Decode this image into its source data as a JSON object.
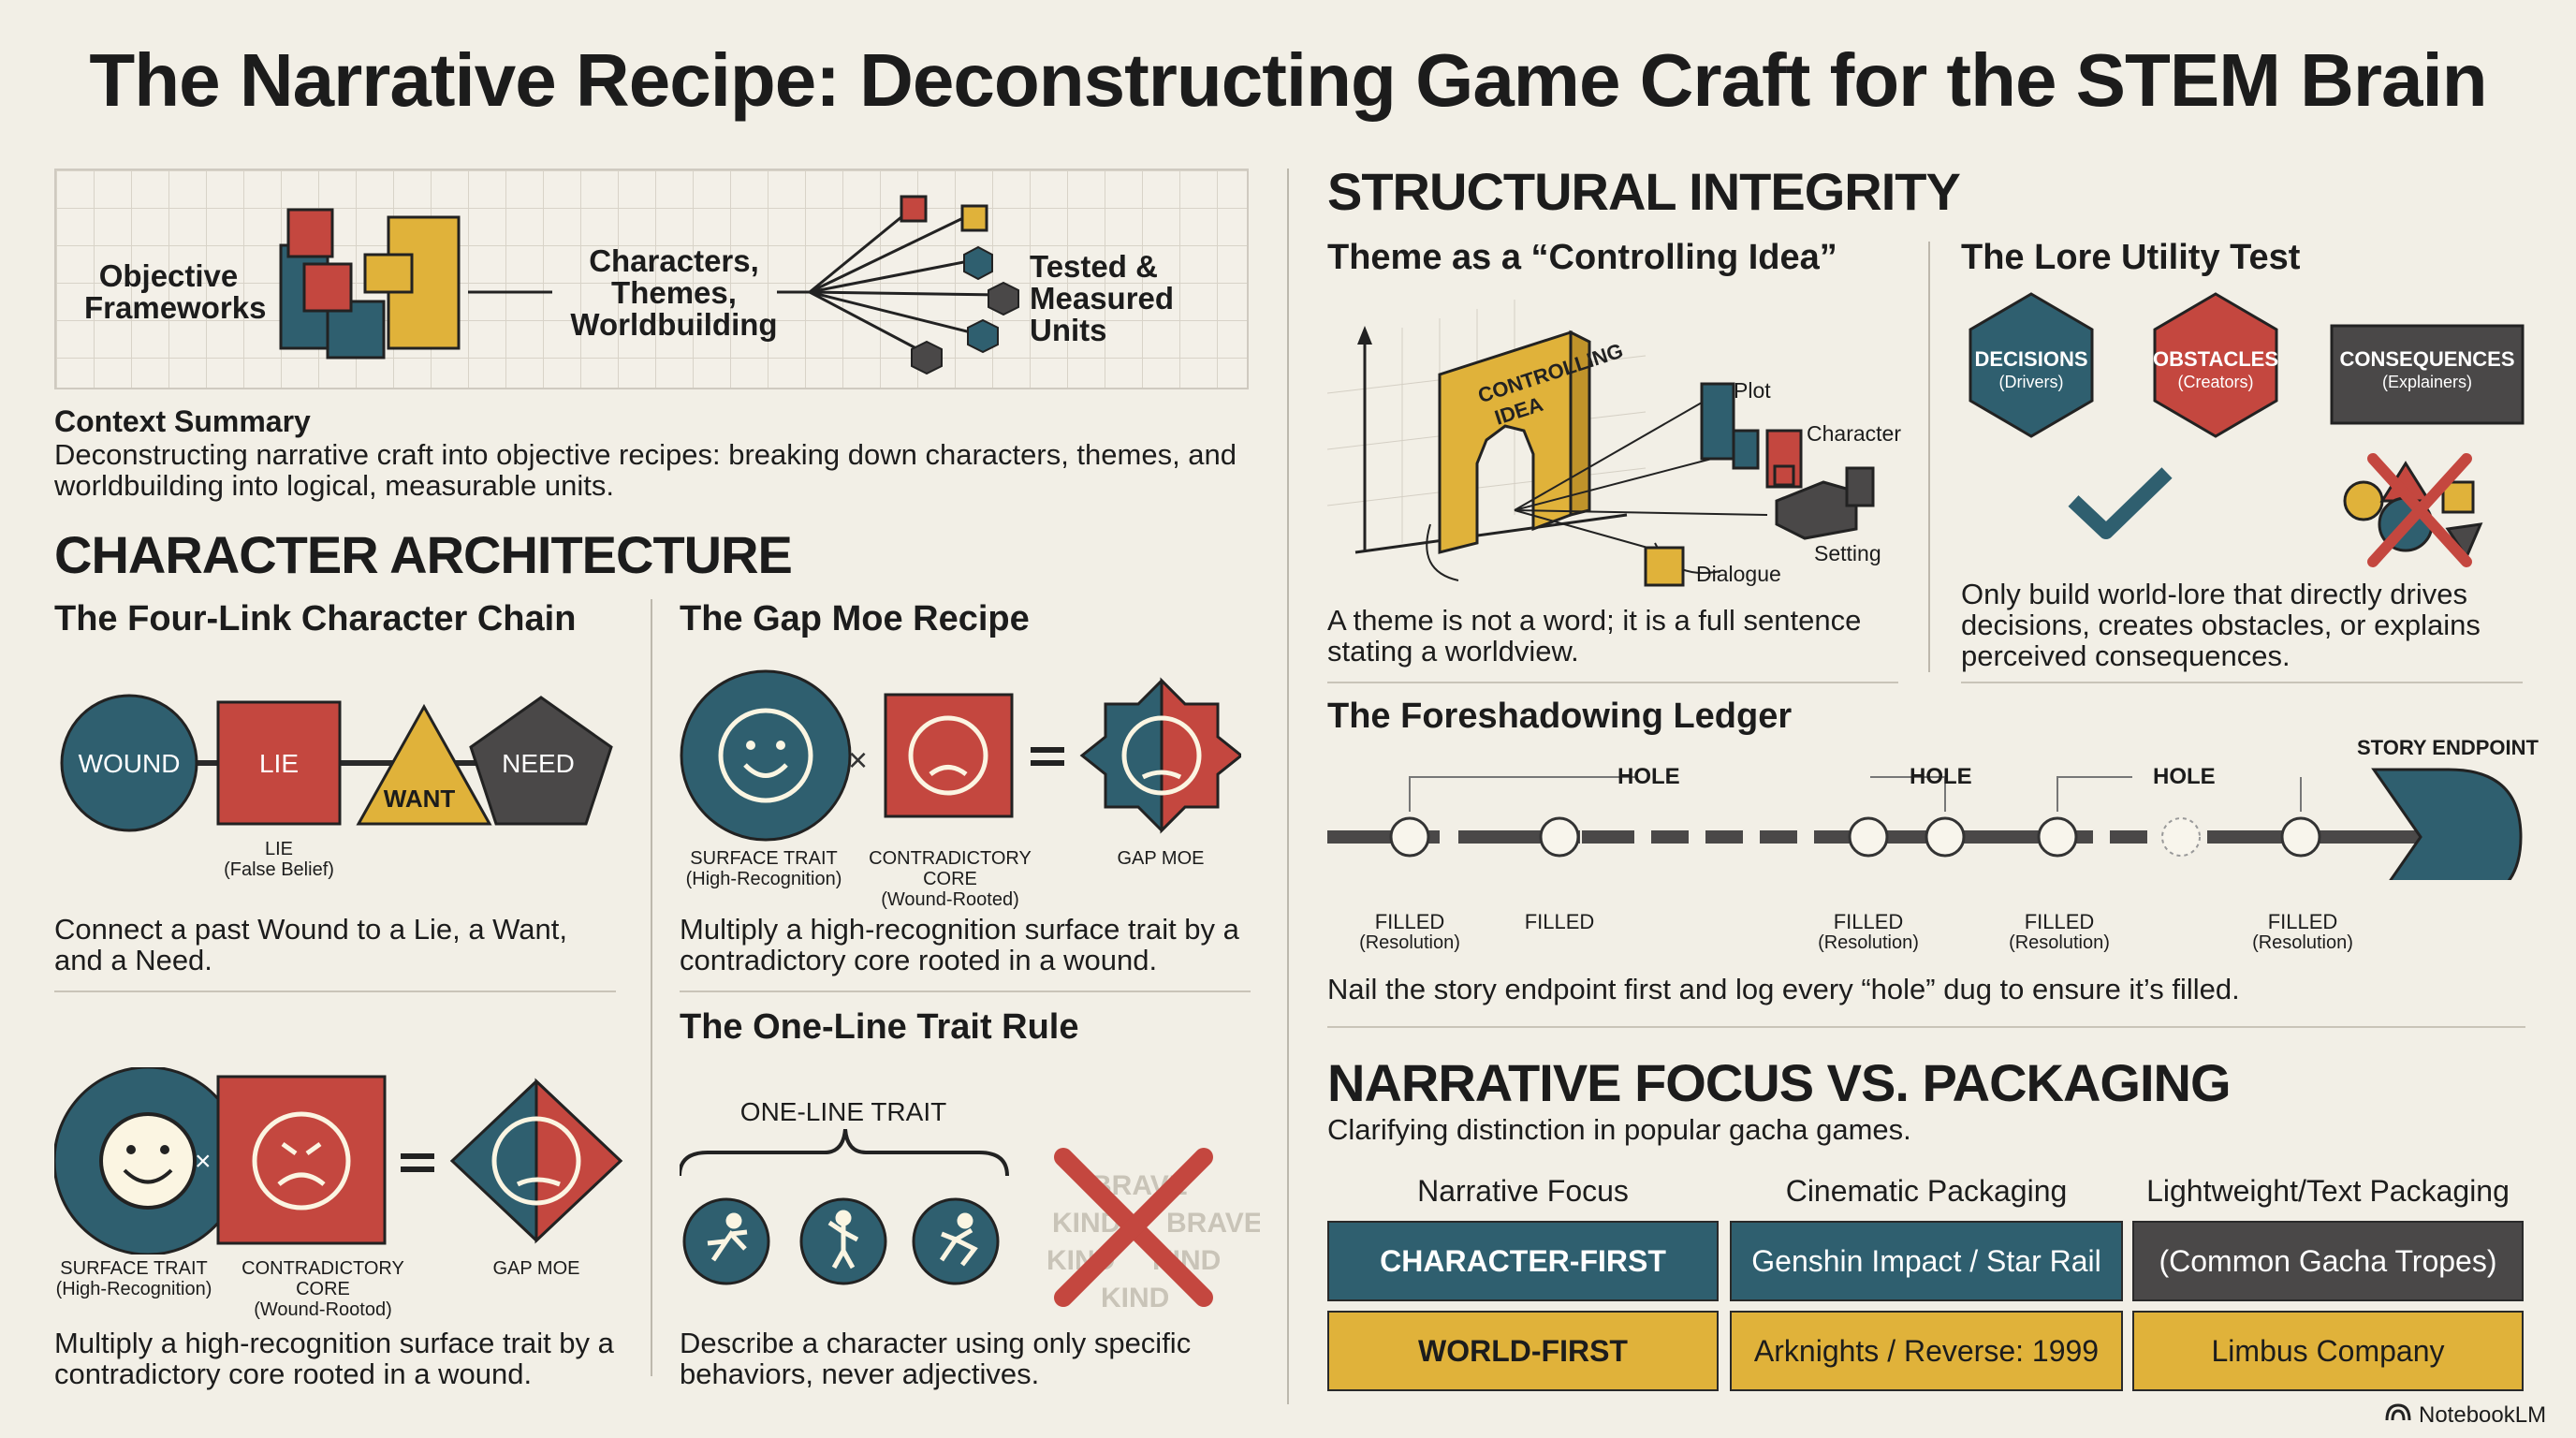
{
  "header": {
    "title": "The Narrative Recipe: Deconstructing Game Craft for the STEM Brain"
  },
  "flow": {
    "objective": "Objective\nFrameworks",
    "characters": "Characters,\nThemes,\nWorldbuilding",
    "tested": "Tested &\nMeasured\nUnits"
  },
  "context": {
    "heading": "Context Summary",
    "text": "Deconstructing narrative craft into objective recipes: breaking down characters, themes, and worldbuilding into logical, measurable units."
  },
  "character": {
    "heading": "CHARACTER ARCHITECTURE",
    "chain": {
      "title": "The Four-Link Character Chain",
      "wound": "WOUND",
      "lie": "LIE",
      "want": "WANT",
      "need": "NEED",
      "lie_caption": "LIE",
      "lie_sub": "(False Belief)",
      "desc": "Connect a past Wound to a Lie, a Want, and a Need."
    },
    "gapmoe": {
      "title": "The Gap Moe Recipe",
      "surface": "SURFACE TRAIT",
      "surface_sub": "(High-Recognition)",
      "core": "CONTRADICTORY CORE",
      "core_sub": "(Wound-Rooted)",
      "result": "GAP MOE",
      "desc": "Multiply a high-recognition surface trait by a contradictory core rooted in a wound."
    },
    "gapmoe2": {
      "surface": "SURFACE TRAIT",
      "surface_sub": "(High-Recognition)",
      "core": "CONTRADICTORY CORE",
      "core_sub": "(Wound-Rootod)",
      "result": "GAP MOE",
      "desc": "Multiply a high-recognition surface trait by a contradictory core rooted in a wound."
    },
    "oneline": {
      "title": "The One-Line Trait Rule",
      "brace_label": "ONE-LINE TRAIT",
      "crossed_words": [
        "BRAVE",
        "KIND",
        "BRAVE",
        "KIND",
        "KIND",
        "KIND"
      ],
      "desc": "Describe a character using only specific behaviors, never adjectives."
    }
  },
  "structural": {
    "heading": "STRUCTURAL INTEGRITY",
    "theme": {
      "title": "Theme as a “Controlling Idea”",
      "arch_label": "CONTROLLING\nIDEA",
      "plot": "Plot",
      "character": "Character",
      "setting": "Setting",
      "dialogue": "Dialogue",
      "desc": "A theme is not a word; it is a full sentence stating a worldview."
    },
    "lore": {
      "title": "The Lore Utility Test",
      "decisions": "DECISIONS",
      "decisions_sub": "(Drivers)",
      "obstacles": "OBSTACLES",
      "obstacles_sub": "(Creators)",
      "consequences": "CONSEQUENCES",
      "consequences_sub": "(Explainers)",
      "desc": "Only build world-lore that directly drives decisions, creates obstacles, or explains perceived consequences."
    },
    "ledger": {
      "title": "The Foreshadowing Ledger",
      "endpoint": "STORY ENDPOINT",
      "hole": "HOLE",
      "filled": "FILLED",
      "filled_res": "FILLED",
      "resolution": "(Resolution)",
      "desc": "Nail the story endpoint first and log every “hole” dug to ensure it’s filled."
    }
  },
  "focus": {
    "heading": "NARRATIVE FOCUS VS. PACKAGING",
    "sub": "Clarifying distinction in popular gacha games.",
    "columns": [
      "Narrative Focus",
      "Cinematic Packaging",
      "Lightweight/Text Packaging"
    ],
    "rows": [
      [
        "CHARACTER-FIRST",
        "Genshin Impact / Star Rail",
        "(Common Gacha Tropes)"
      ],
      [
        "WORLD-FIRST",
        "Arknights / Reverse: 1999",
        "Limbus Company"
      ]
    ]
  },
  "footer": {
    "brand": "NotebookLM"
  },
  "colors": {
    "teal": "#2f5f6f",
    "red": "#c4473f",
    "gold": "#e0b23a",
    "dark": "#4a4848",
    "bg": "#f2efe6"
  }
}
